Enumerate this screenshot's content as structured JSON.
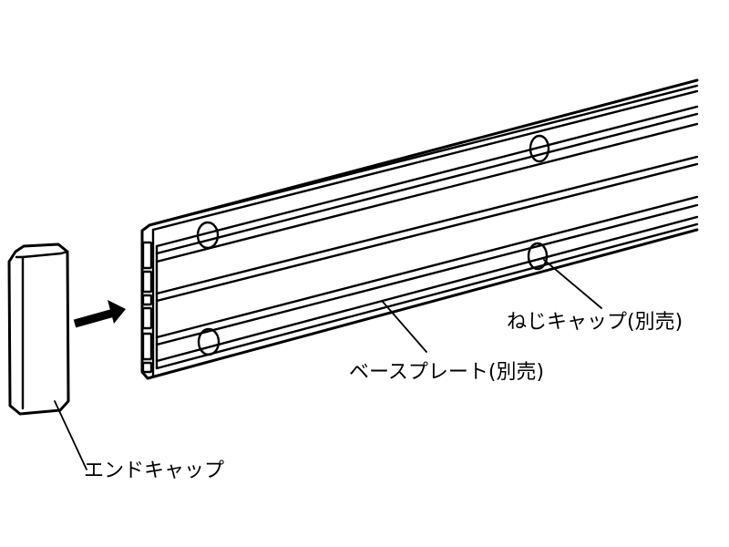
{
  "labels": {
    "screw_cap": "ねじキャップ(別売)",
    "base_plate": "ベースプレート(別売)",
    "end_cap": "エンドキャップ"
  },
  "colors": {
    "line": "#000000",
    "background": "#ffffff",
    "end_cap_fill": "#ffffff"
  }
}
